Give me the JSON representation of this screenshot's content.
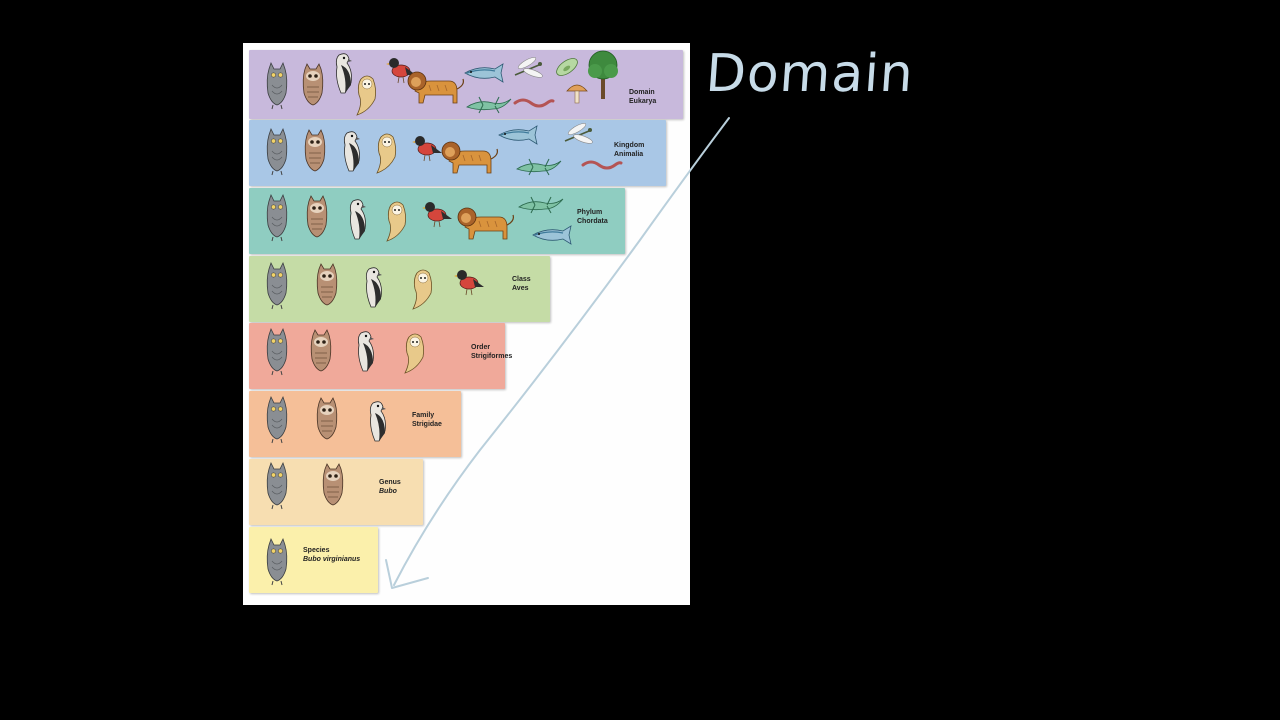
{
  "ranks": [
    {
      "name": "Domain",
      "taxon": "Eukarya",
      "color": "#c8b9dc"
    },
    {
      "name": "Kingdom",
      "taxon": "Animalia",
      "color": "#a9c7e6"
    },
    {
      "name": "Phylum",
      "taxon": "Chordata",
      "color": "#8fcdc1"
    },
    {
      "name": "Class",
      "taxon": "Aves",
      "color": "#c5dca6"
    },
    {
      "name": "Order",
      "taxon": "Strigiformes",
      "color": "#f0a99a"
    },
    {
      "name": "Family",
      "taxon": "Strigidae",
      "color": "#f5bf98"
    },
    {
      "name": "Genus",
      "taxon": "Bubo",
      "color": "#f7deb1"
    },
    {
      "name": "Species",
      "taxon": "Bubo virginianus",
      "color": "#fbf0ab"
    }
  ],
  "annotation": {
    "text": "Domain",
    "color": "#c7dbe8"
  }
}
